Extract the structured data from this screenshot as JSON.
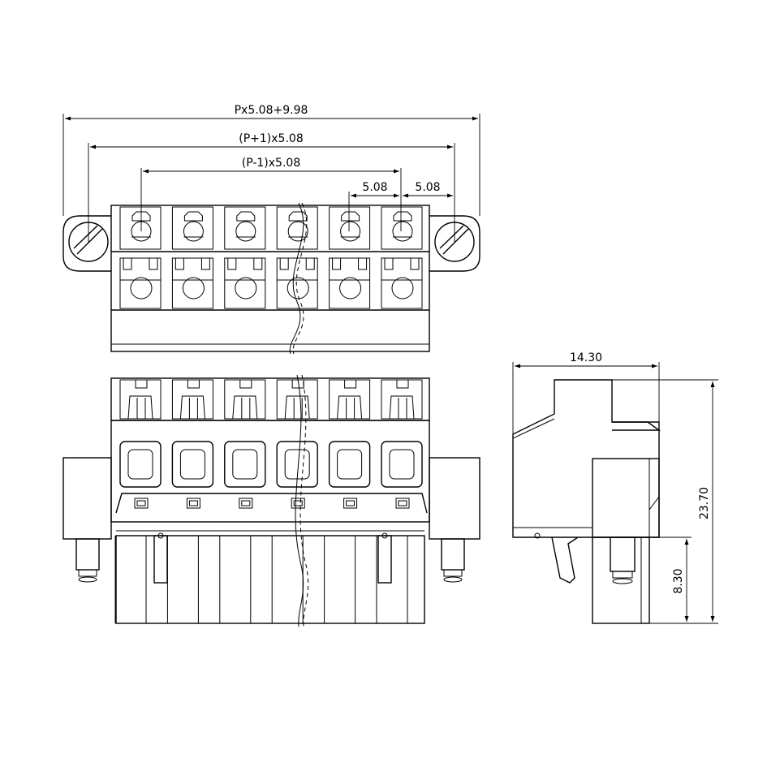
{
  "dimensions": {
    "overall_width": "Px5.08+9.98",
    "p_plus_one": "(P+1)x5.08",
    "p_minus_one": "(P-1)x5.08",
    "pitch_left": "5.08",
    "pitch_right": "5.08",
    "side_depth": "14.30",
    "side_height": "23.70",
    "pin_length": "8.30"
  },
  "line_color": "#000000",
  "pole_count_drawn": 6
}
